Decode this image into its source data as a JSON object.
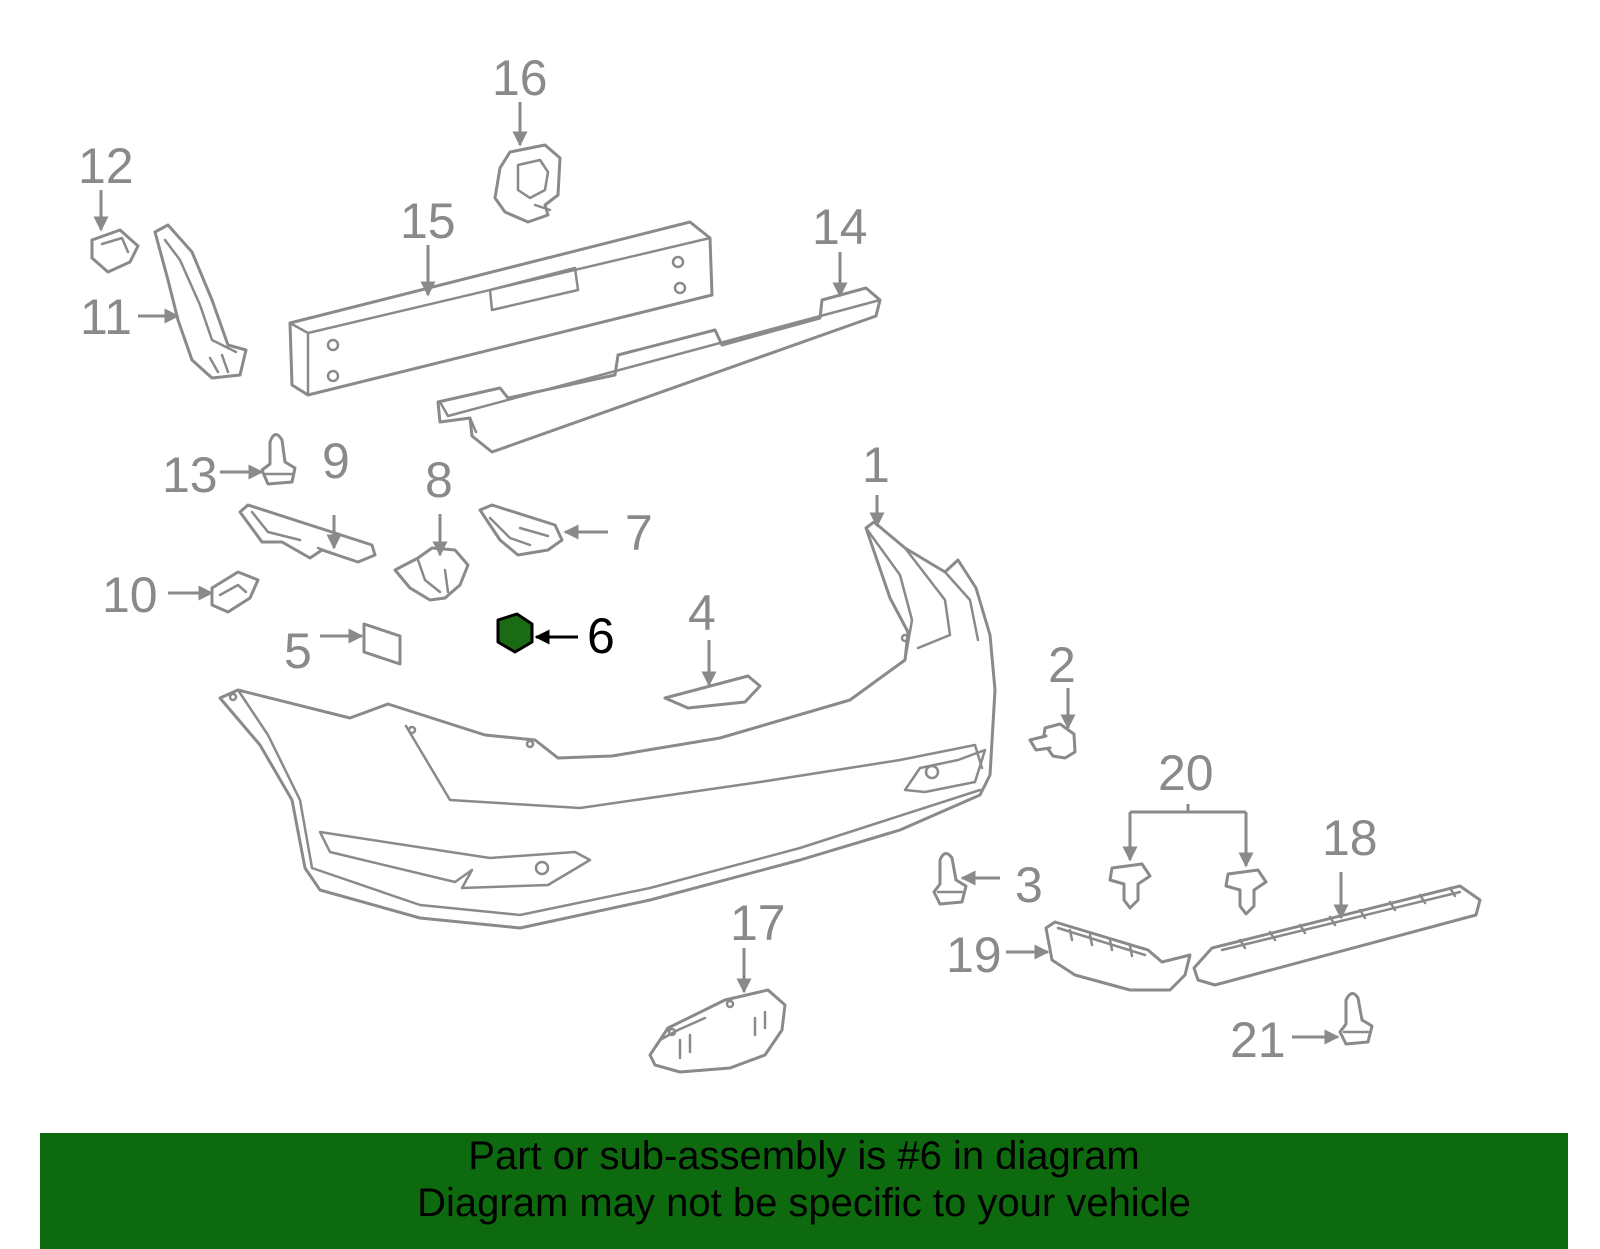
{
  "colors": {
    "outline": "#8a8a8a",
    "highlight_fill": "#1a6b14",
    "banner_background": "#0e6a0e",
    "active_label": "#000000"
  },
  "callouts": {
    "p1": "1",
    "p2": "2",
    "p3": "3",
    "p4": "4",
    "p5": "5",
    "p6": "6",
    "p7": "7",
    "p8": "8",
    "p9": "9",
    "p10": "10",
    "p11": "11",
    "p12": "12",
    "p13": "13",
    "p14": "14",
    "p15": "15",
    "p16": "16",
    "p17": "17",
    "p18": "18",
    "p19": "19",
    "p20": "20",
    "p21": "21"
  },
  "highlighted_part": "6",
  "banner": {
    "line1": "Part or sub-assembly is #6 in diagram",
    "line2": "Diagram may not be specific to your vehicle"
  }
}
